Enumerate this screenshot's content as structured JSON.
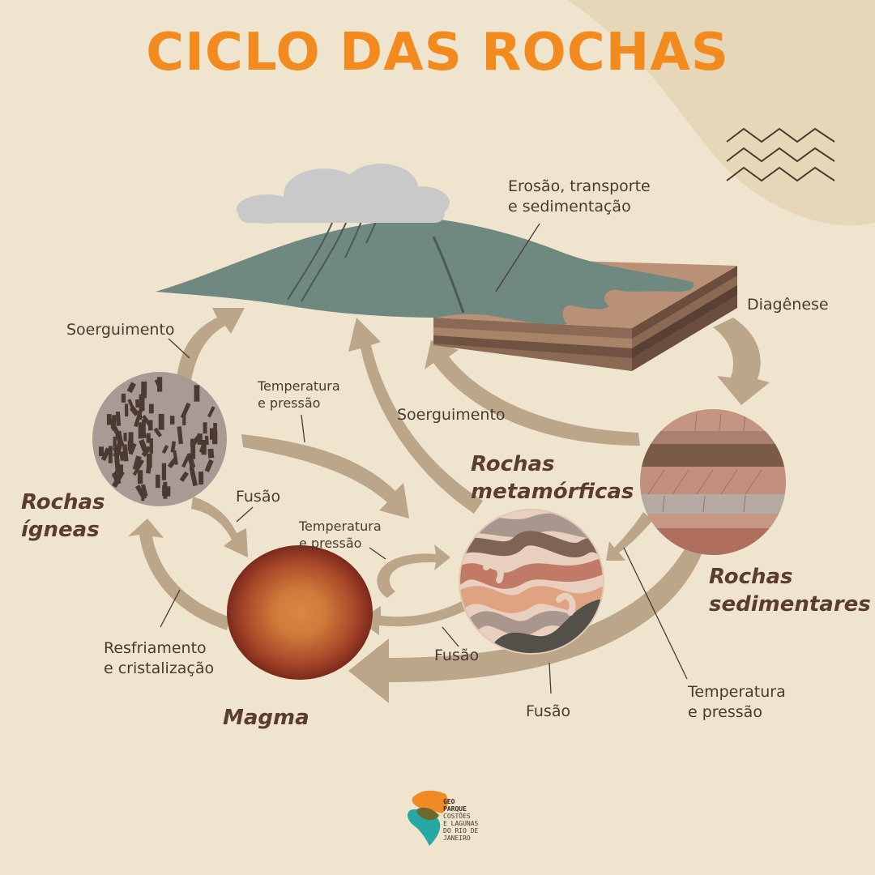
{
  "title": "CICLO DAS ROCHAS",
  "labels": {
    "erosion_line1": "Erosão, transporte",
    "erosion_line2": "e sedimentação",
    "diagenese": "Diagênese",
    "soerguimento_left": "Soerguimento",
    "soerguimento_center": "Soerguimento",
    "temp_press_top_1": "Temperatura",
    "temp_press_top_2": "e pressão",
    "temp_press_mid_1": "Temperatura",
    "temp_press_mid_2": "e pressão",
    "temp_press_right_1": "Temperatura",
    "temp_press_right_2": "e pressão",
    "fusao_left": "Fusão",
    "fusao_center": "Fusão",
    "fusao_bottom": "Fusão",
    "resfriamento_1": "Resfriamento",
    "resfriamento_2": "e cristalização"
  },
  "rocks": {
    "igneous_1": "Rochas",
    "igneous_2": "ígneas",
    "metamorphic_1": "Rochas",
    "metamorphic_2": "metamórficas",
    "sedimentary_1": "Rochas",
    "sedimentary_2": "sedimentares",
    "magma": "Magma"
  },
  "logo": {
    "line1": "GEO",
    "line2": "PARQUE",
    "line3": "COSTÕES",
    "line4": "E LAGUNAS",
    "line5": "DO RIO DE",
    "line6": "JANEIRO"
  },
  "icons": [
    "cloud-icon",
    "zigzag-icon",
    "geoparque-logo-icon"
  ],
  "colors": {
    "background": "#efe5cf",
    "title": "#f28a1e",
    "arrow": "#bba68a",
    "mountain": "#6f8880",
    "text": "#4b3a30"
  }
}
